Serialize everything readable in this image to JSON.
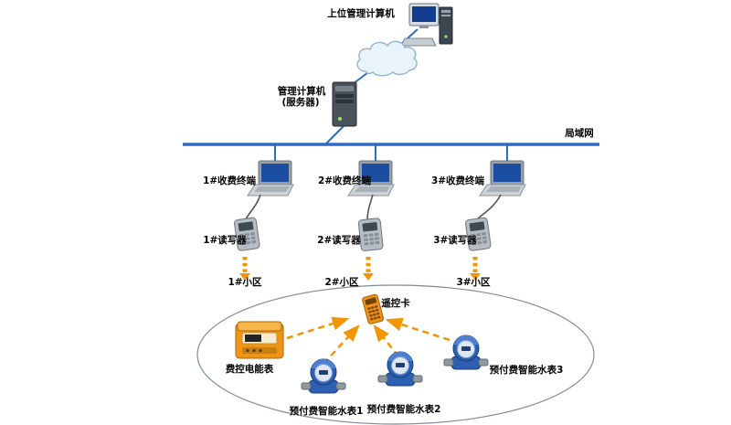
{
  "labels": {
    "top_computer": "上位管理计算机",
    "server_line1": "管理计算机",
    "server_line2": "(服务器)",
    "lan": "局域网",
    "remote_card": "遥控卡",
    "energy_meter": "费控电能表"
  },
  "terminals": [
    {
      "terminal": "1#收费终端",
      "reader": "1#读写器",
      "area": "1#小区"
    },
    {
      "terminal": "2#收费终端",
      "reader": "2#读写器",
      "area": "2#小区"
    },
    {
      "terminal": "3#收费终端",
      "reader": "3#读写器",
      "area": "3#小区"
    }
  ],
  "water_meters": [
    "预付费智能水表1",
    "预付费智能水表2",
    "预付费智能水表3"
  ],
  "colors": {
    "line_blue": "#2f6cc0",
    "arrow_orange": "#f29500",
    "device_orange": "#ef9415",
    "meter_blue": "#2d5fb3"
  }
}
